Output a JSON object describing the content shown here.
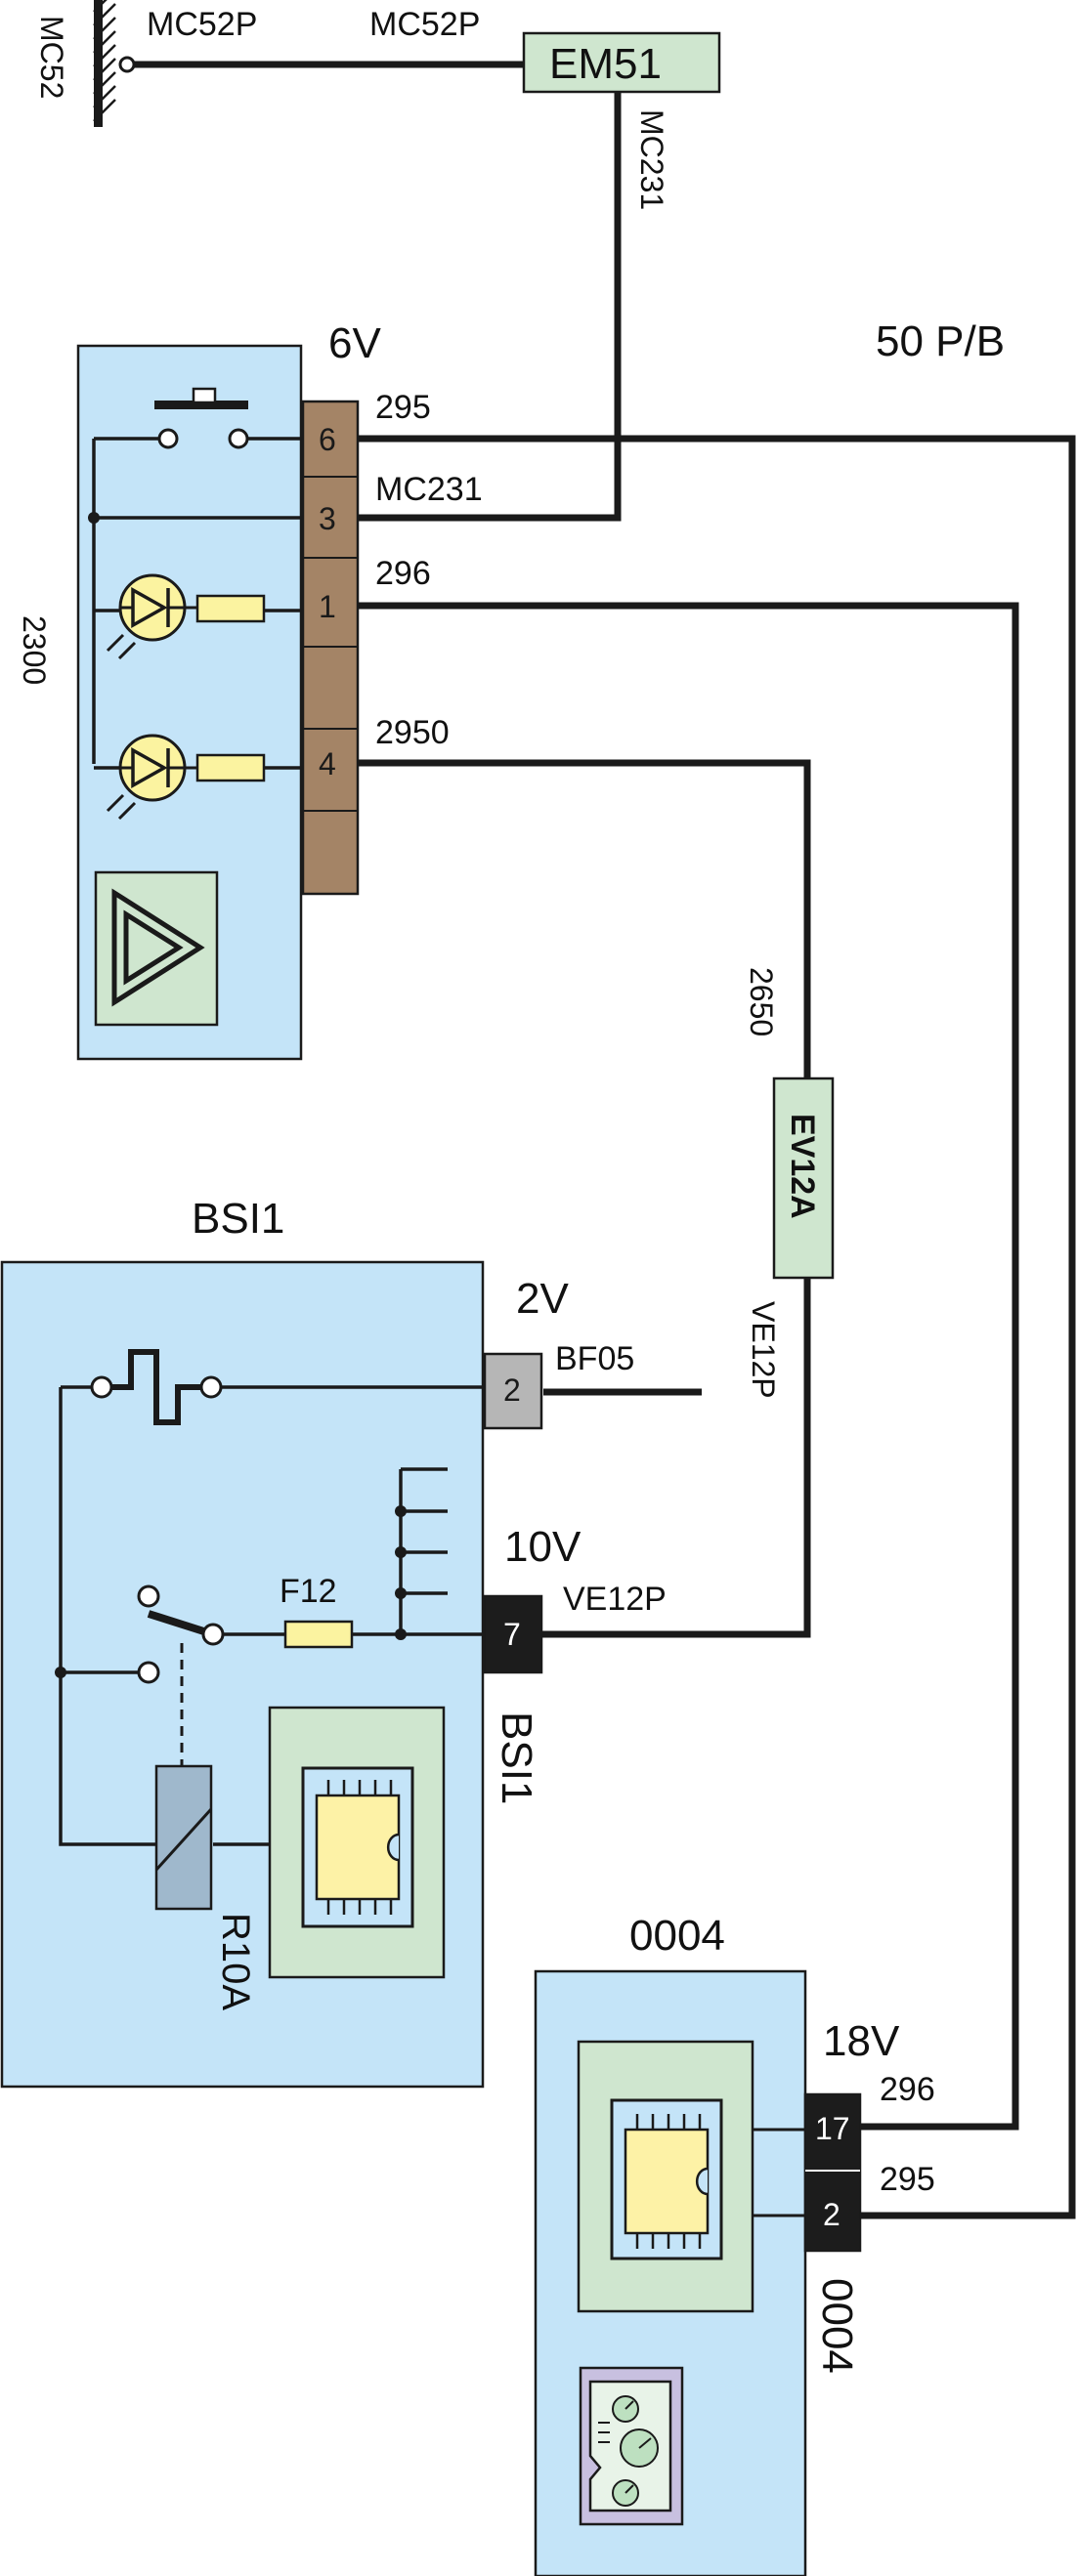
{
  "colors": {
    "module_fill": "#c4e4f8",
    "inset_fill": "#cfe6cf",
    "connector_brown": "#a48466",
    "connector_black": "#1c1c1c",
    "connector_grey": "#b6b6b6",
    "bulb_yellow": "#fbf3a0",
    "chip_yellow": "#fdf2a6",
    "relay_blue": "#9fb8cc"
  },
  "ground": {
    "label": "MC52",
    "wire_left_label": "MC52P",
    "wire_right_label": "MC52P"
  },
  "splice_em51": {
    "label": "EM51",
    "vertical_wire_label": "MC231"
  },
  "module_2300": {
    "label": "2300",
    "connector_label": "6V",
    "pins": [
      "6",
      "3",
      "1",
      "4"
    ],
    "wire_labels": {
      "pin6": "295",
      "pin3": "MC231",
      "pin1": "296",
      "pin4": "2950"
    }
  },
  "harness_label": "50 P/B",
  "splice_ev12a": {
    "label": "EV12A",
    "top_wire_label": "2650",
    "bottom_wire_label": "VE12P"
  },
  "module_bsi1": {
    "title": "BSI1",
    "side_label": "BSI1",
    "connector_2v": {
      "label": "2V",
      "pin": "2",
      "wire_label": "BF05"
    },
    "connector_10v": {
      "label": "10V",
      "pin": "7",
      "wire_label": "VE12P"
    },
    "fuse_label": "F12",
    "relay_label": "R10A"
  },
  "module_0004": {
    "title": "0004",
    "side_label": "0004",
    "connector_label": "18V",
    "pins": [
      "17",
      "2"
    ],
    "wire_labels": {
      "pin17": "296",
      "pin2": "295"
    }
  }
}
